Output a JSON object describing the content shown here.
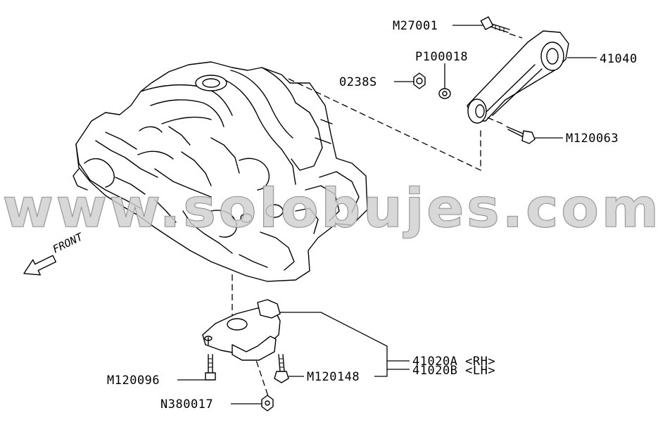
{
  "diagram": {
    "orientation_label": "FRONT",
    "watermark": "www.solobujes.com",
    "parts": {
      "m27001": "M27001",
      "p100018": "P100018",
      "p0238s": "0238S",
      "p41040": "41040",
      "m120063": "M120063",
      "p41020a": "41020A <RH>",
      "p41020b": "41020B <LH>",
      "m120096": "M120096",
      "m120148": "M120148",
      "n380017": "N380017"
    }
  }
}
